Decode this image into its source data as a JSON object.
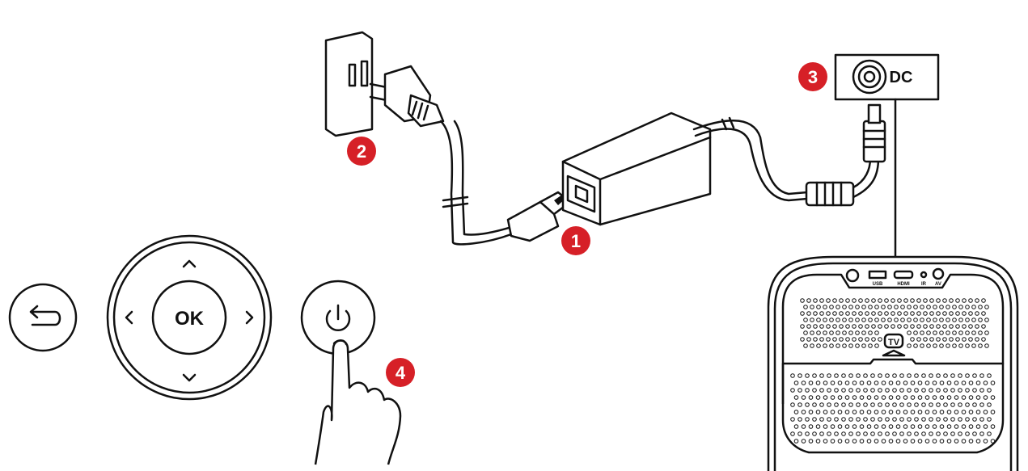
{
  "markers": {
    "m1": "1",
    "m2": "2",
    "m3": "3",
    "m4": "4"
  },
  "dc_label": "DC",
  "ok_label": "OK",
  "tv_label": "TV",
  "ports": {
    "usb": "USB",
    "hdmi": "HDMI",
    "ir": "IR",
    "av": "AV"
  },
  "colors": {
    "marker": "#d62027",
    "line": "#111111"
  }
}
